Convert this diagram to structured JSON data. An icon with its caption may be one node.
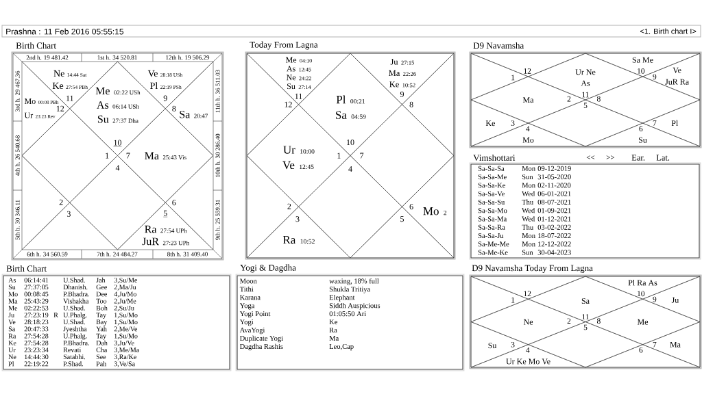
{
  "diagram": {
    "nodes": [
      {
        "text": [
          "Prashna : 11 Feb 2016 05:55:15",
          "<1. Birth chart I>"
        ]
      },
      {
        "text": [
          "Birth Chart"
        ]
      },
      {
        "text": [
          "Me",
          "02:22 USh",
          "As",
          "06:14 USh",
          "Su",
          "27:37 Dha",
          "10"
        ],
        "in": 1,
        "beside": [
          "1st h. 34 520.81"
        ]
      },
      {
        "text": [
          "Ne",
          "14:44 Sat",
          "Ke",
          "27:54 PBh",
          "11"
        ],
        "in": 1,
        "beside": [
          "2nd h. 19 481.42"
        ]
      },
      {
        "text": [
          "Mo",
          "00:08 PBh",
          "12",
          "Ur",
          "23:23 Rev"
        ],
        "in": 1,
        "beside": [
          "3rd h. 29 467.36"
        ]
      },
      {
        "text": [
          "1"
        ],
        "in": 1,
        "beside": [
          "4th h. 26 540.68"
        ]
      },
      {
        "text": [
          "2"
        ],
        "in": 1,
        "beside": [
          "5th h. 30 346.11"
        ]
      },
      {
        "text": [
          "3"
        ],
        "in": 1,
        "beside": [
          "6th h. 34 560.59"
        ]
      },
      {
        "text": [
          "4"
        ],
        "in": 1,
        "beside": [
          "7th h. 24 484.27"
        ]
      },
      {
        "text": [
          "5",
          "Ra",
          "27:54 UPh",
          "JuR",
          "27:23 UPh"
        ],
        "in": 1,
        "beside": [
          "8th h. 31 409.40"
        ]
      },
      {
        "text": [
          "6"
        ],
        "in": 1,
        "beside": [
          "9th h. 25 559.31"
        ]
      },
      {
        "text": [
          "7",
          "Ma",
          "25:43 Vis"
        ],
        "in": 1,
        "beside": [
          "10th h. 30 286.40"
        ]
      },
      {
        "text": [
          "8",
          "Sa",
          "20:47"
        ],
        "in": 1,
        "beside": [
          "11th h. 36 511.03"
        ]
      },
      {
        "text": [
          "Ve",
          "28:18 USh",
          "Pl",
          "22:19 PSh",
          "9"
        ],
        "in": 1,
        "beside": [
          "12th h. 19 506.29"
        ]
      },
      {
        "text": [
          "Today From Lagna"
        ]
      },
      {
        "text": [
          "Pl",
          "00:21",
          "Sa",
          "04:59",
          "10"
        ],
        "in": 14
      },
      {
        "text": [
          "Me",
          "04:10",
          "As",
          "12:45",
          "Ne",
          "24:22",
          "Su",
          "27:14",
          "11"
        ],
        "in": 14
      },
      {
        "text": [
          "12"
        ],
        "in": 14
      },
      {
        "text": [
          "Ur",
          "10:00",
          "1",
          "Ve",
          "12:45"
        ],
        "in": 14
      },
      {
        "text": [
          "2"
        ],
        "in": 14
      },
      {
        "text": [
          "3",
          "Ra",
          "10:52"
        ],
        "in": 14
      },
      {
        "text": [
          "4"
        ],
        "in": 14
      },
      {
        "text": [
          "5"
        ],
        "in": 14
      },
      {
        "text": [
          "6",
          "Mo",
          "2"
        ],
        "in": 14
      },
      {
        "text": [
          "7"
        ],
        "in": 14
      },
      {
        "text": [
          "8"
        ],
        "in": 14
      },
      {
        "text": [
          "Ju",
          "27:15",
          "Ma",
          "22:26",
          "Ke",
          "10:52",
          "9"
        ],
        "in": 14
      },
      {
        "text": [
          "D9 Navamsha"
        ]
      },
      {
        "text": [
          "Ur Ne",
          "As",
          "11"
        ],
        "in": 27
      },
      {
        "text": [
          "12"
        ],
        "in": 27
      },
      {
        "text": [
          "1"
        ],
        "in": 27
      },
      {
        "text": [
          "Ma",
          "2"
        ],
        "in": 27
      },
      {
        "text": [
          "Ke",
          "3"
        ],
        "in": 27
      },
      {
        "text": [
          "4",
          "Mo"
        ],
        "in": 27
      },
      {
        "text": [
          "5"
        ],
        "in": 27
      },
      {
        "text": [
          "6",
          "Su"
        ],
        "in": 27
      },
      {
        "text": [
          "7",
          "Pl"
        ],
        "in": 27
      },
      {
        "text": [
          "8"
        ],
        "in": 27
      },
      {
        "text": [
          "Ve",
          "9",
          "JuR Ra"
        ],
        "in": 27
      },
      {
        "text": [
          "Sa Me",
          "10"
        ],
        "in": 27
      },
      {
        "text": [
          "Vimshottari",
          "Sa-Sa-Sa",
          "Mon",
          "09-12-2019",
          "Sa-Sa-Me",
          "Sun",
          "31-05-2020",
          "Sa-Sa-Ke",
          "Mon",
          "02-11-2020",
          "Sa-Sa-Ve",
          "Wed",
          "06-01-2021",
          "Sa-Sa-Su",
          "Thu",
          "08-07-2021",
          "Sa-Sa-Mo",
          "Wed",
          "01-09-2021",
          "Sa-Sa-Ma",
          "Wed",
          "01-12-2021",
          "Sa-Sa-Ra",
          "Thu",
          "03-02-2022",
          "Sa-Sa-Ju",
          "Mon",
          "18-07-2022",
          "Sa-Me-Me",
          "Mon",
          "12-12-2022",
          "Sa-Me-Ke",
          "Sun",
          "30-04-2023"
        ]
      },
      {
        "text": [
          "Birth Chart",
          "As",
          "06:14:41",
          "U.Shad.",
          "Jah",
          "3,Su/Me",
          "Su",
          "27:37:05",
          "Dhanish.",
          "Gee",
          "2,Ma/Ju",
          "Mo",
          "00:08:45",
          "P.Bhadra.",
          "Dee",
          "4,Ju/Mo",
          "Ma",
          "25:43:29",
          "Vishakha",
          "Too",
          "2,Ju/Me",
          "Me",
          "02:22:53",
          "U.Shad.",
          "Boh",
          "2,Su/Ju",
          "Ju",
          "27:23:19",
          "R",
          "U.Phalg.",
          "Tay",
          "1,Su/Mo",
          "Ve",
          "28:18:23",
          "U.Shad.",
          "Bay",
          "1,Su/Mo",
          "Sa",
          "20:47:33",
          "Jyeshtha",
          "Yah",
          "2,Me/Ve",
          "Ra",
          "27:54:28",
          "U.Phalg.",
          "Tay",
          "1,Su/Mo",
          "Ke",
          "27:54:28",
          "P.Bhadra.",
          "Dah",
          "3,Ju/Ve",
          "Ur",
          "23:23:34",
          "Revati",
          "Cha",
          "3,Me/Ma",
          "Ne",
          "14:44:30",
          "Satabhi.",
          "See",
          "3,Ra/Ke",
          "Pl",
          "22:19:22",
          "P.Shad.",
          "Pah",
          "3,Ve/Sa"
        ]
      },
      {
        "text": [
          "Yogi & Dagdha",
          "Moon",
          "waxing, 18% full",
          "Tithi",
          "Shukla Tritiya",
          "Karana",
          "Elephant",
          "Yoga",
          "Siddh Auspicious",
          "Yogi Point",
          "01:05:50 Ari",
          "Yogi",
          "Ke",
          "AvaYogi",
          "Ra",
          "Duplicate Yogi",
          "Ma",
          "Dagdha Rashis",
          "Leo,Cap"
        ]
      },
      {
        "text": [
          "D9 Navamsha Today From Lagna"
        ]
      },
      {
        "text": [
          "Sa",
          "11"
        ],
        "in": 43
      },
      {
        "text": [
          "12"
        ],
        "in": 43
      },
      {
        "text": [
          "1"
        ],
        "in": 43
      },
      {
        "text": [
          "Ne",
          "2"
        ],
        "in": 43
      },
      {
        "text": [
          "Su",
          "3"
        ],
        "in": 43
      },
      {
        "text": [
          "4",
          "Ur Ke Mo Ve"
        ],
        "in": 43
      },
      {
        "text": [
          "5"
        ],
        "in": 43
      },
      {
        "text": [
          "6"
        ],
        "in": 43
      },
      {
        "text": [
          "7",
          "Ma"
        ],
        "in": 43
      },
      {
        "text": [
          "8",
          "Me"
        ],
        "in": 43
      },
      {
        "text": [
          "9",
          "Ju"
        ],
        "in": 43
      },
      {
        "text": [
          "Pl Ra As",
          "10"
        ],
        "in": 43
      }
    ],
    "labels": [
      "<<",
      ">>",
      "Ear.",
      "Lat."
    ]
  }
}
